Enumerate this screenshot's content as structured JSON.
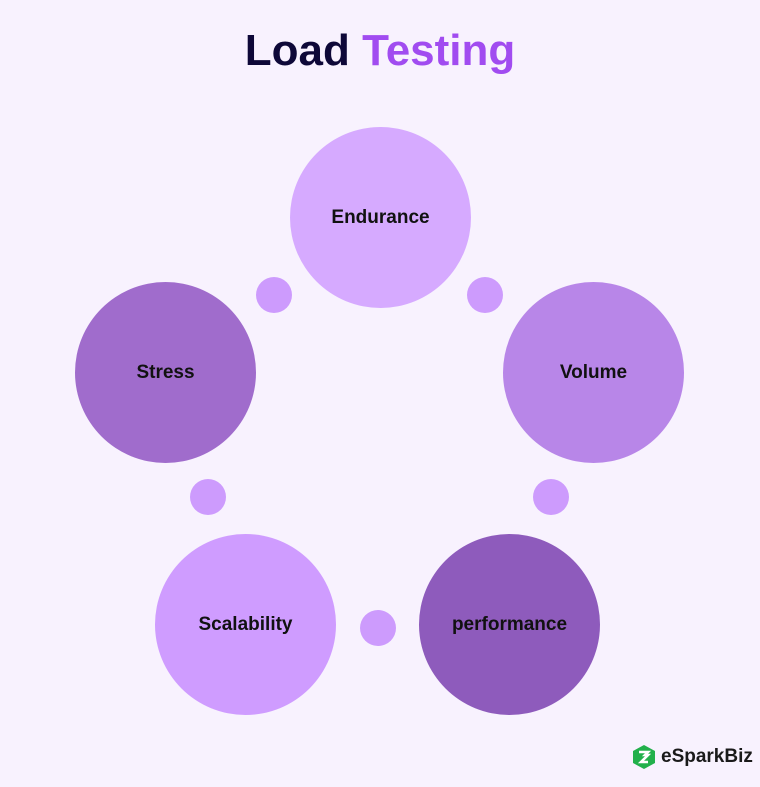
{
  "title": {
    "part1": "Load",
    "part2": "Testing"
  },
  "nodes": [
    {
      "label": "Endurance",
      "color": "#d6aaff"
    },
    {
      "label": "Volume",
      "color": "#b886e8"
    },
    {
      "label": "performance",
      "color": "#8e5bbc"
    },
    {
      "label": "Scalability",
      "color": "#cf9cff"
    },
    {
      "label": "Stress",
      "color": "#a06ccc"
    }
  ],
  "brand": {
    "name": "eSparkBiz",
    "color": "#22b04b"
  }
}
